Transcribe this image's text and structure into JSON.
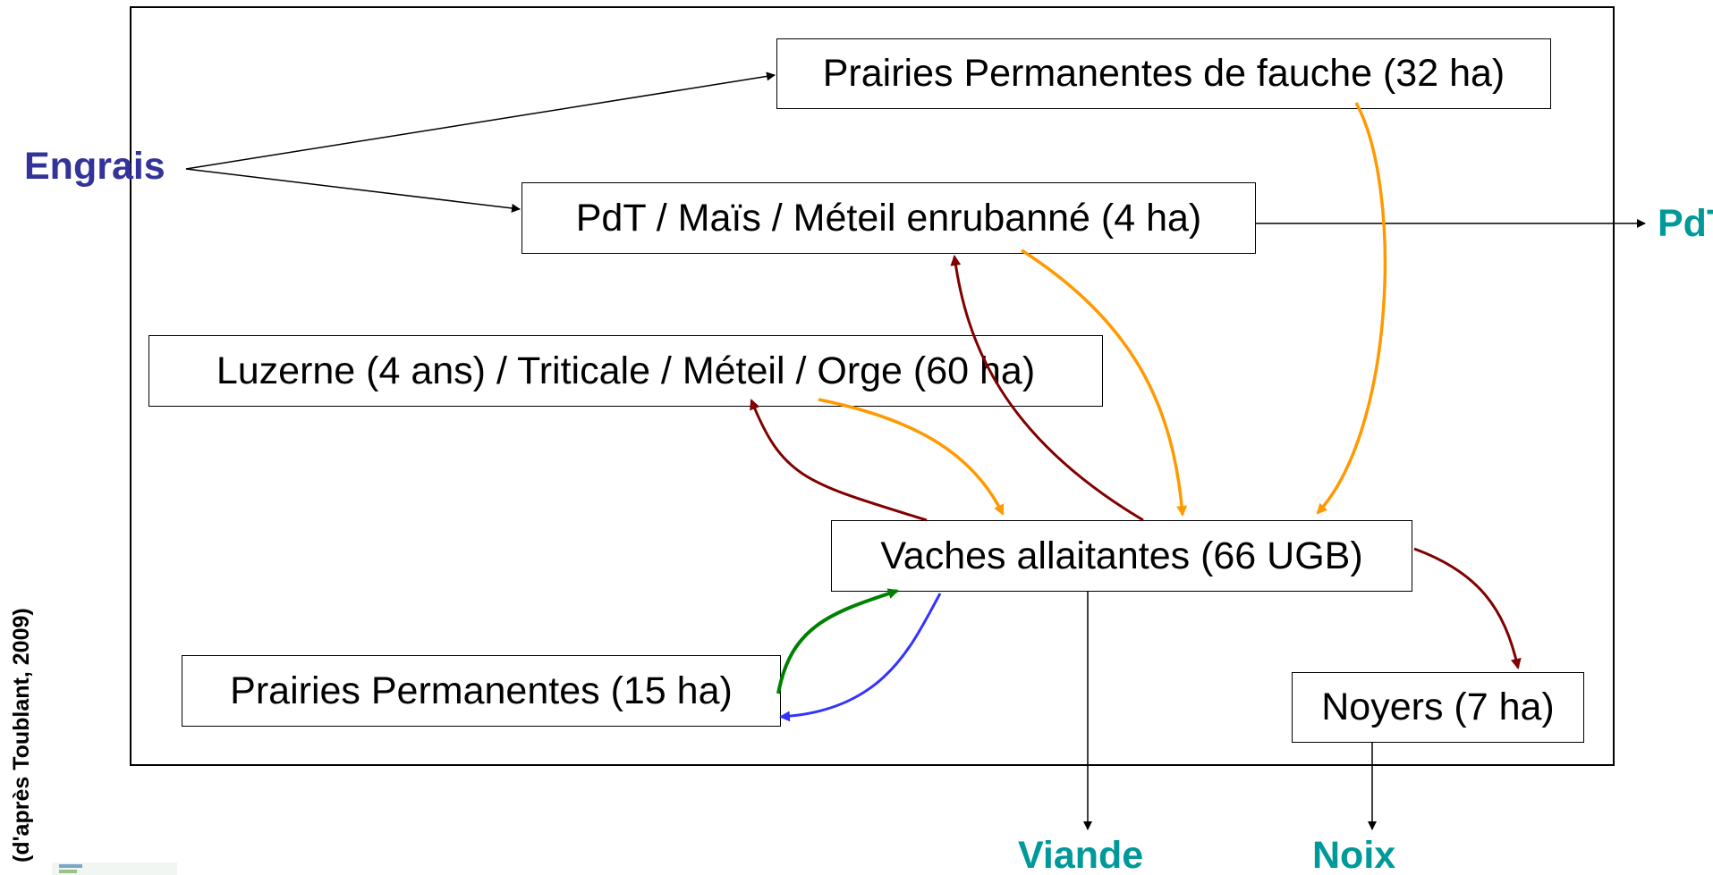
{
  "nodes": {
    "prairies_fauche": "Prairies Permanentes de fauche (32 ha)",
    "pdt_mais_meteil": "PdT / Maïs / Méteil enrubanné (4 ha)",
    "luzerne": "Luzerne (4 ans) / Triticale / Méteil / Orge (60 ha)",
    "vaches": "Vaches allaitantes (66 UGB)",
    "prairies_15": "Prairies Permanentes (15 ha)",
    "noyers": "Noyers (7 ha)"
  },
  "external": {
    "engrais": "Engrais",
    "pdt_out": "PdT",
    "viande": "Viande",
    "noix": "Noix"
  },
  "credit": "(d'après Toublant, 2009)",
  "colors": {
    "input_label": "#333399",
    "output_label": "#009999",
    "feed_flow": "#FF9900",
    "manure_flow": "#800000",
    "grazing_flow": "#008000",
    "return_flow": "#3333FF",
    "plain_flow": "#000000"
  },
  "edges": [
    {
      "from": "engrais",
      "to": "prairies_fauche",
      "kind": "plain"
    },
    {
      "from": "engrais",
      "to": "pdt_mais_meteil",
      "kind": "plain"
    },
    {
      "from": "pdt_mais_meteil",
      "to": "pdt_out",
      "kind": "plain"
    },
    {
      "from": "prairies_fauche",
      "to": "vaches",
      "kind": "feed"
    },
    {
      "from": "pdt_mais_meteil",
      "to": "vaches",
      "kind": "feed"
    },
    {
      "from": "luzerne",
      "to": "vaches",
      "kind": "feed"
    },
    {
      "from": "vaches",
      "to": "pdt_mais_meteil",
      "kind": "manure"
    },
    {
      "from": "vaches",
      "to": "luzerne",
      "kind": "manure"
    },
    {
      "from": "vaches",
      "to": "noyers",
      "kind": "manure"
    },
    {
      "from": "prairies_15",
      "to": "vaches",
      "kind": "grazing"
    },
    {
      "from": "vaches",
      "to": "prairies_15",
      "kind": "return"
    },
    {
      "from": "vaches",
      "to": "viande",
      "kind": "plain"
    },
    {
      "from": "noyers",
      "to": "noix",
      "kind": "plain"
    }
  ]
}
